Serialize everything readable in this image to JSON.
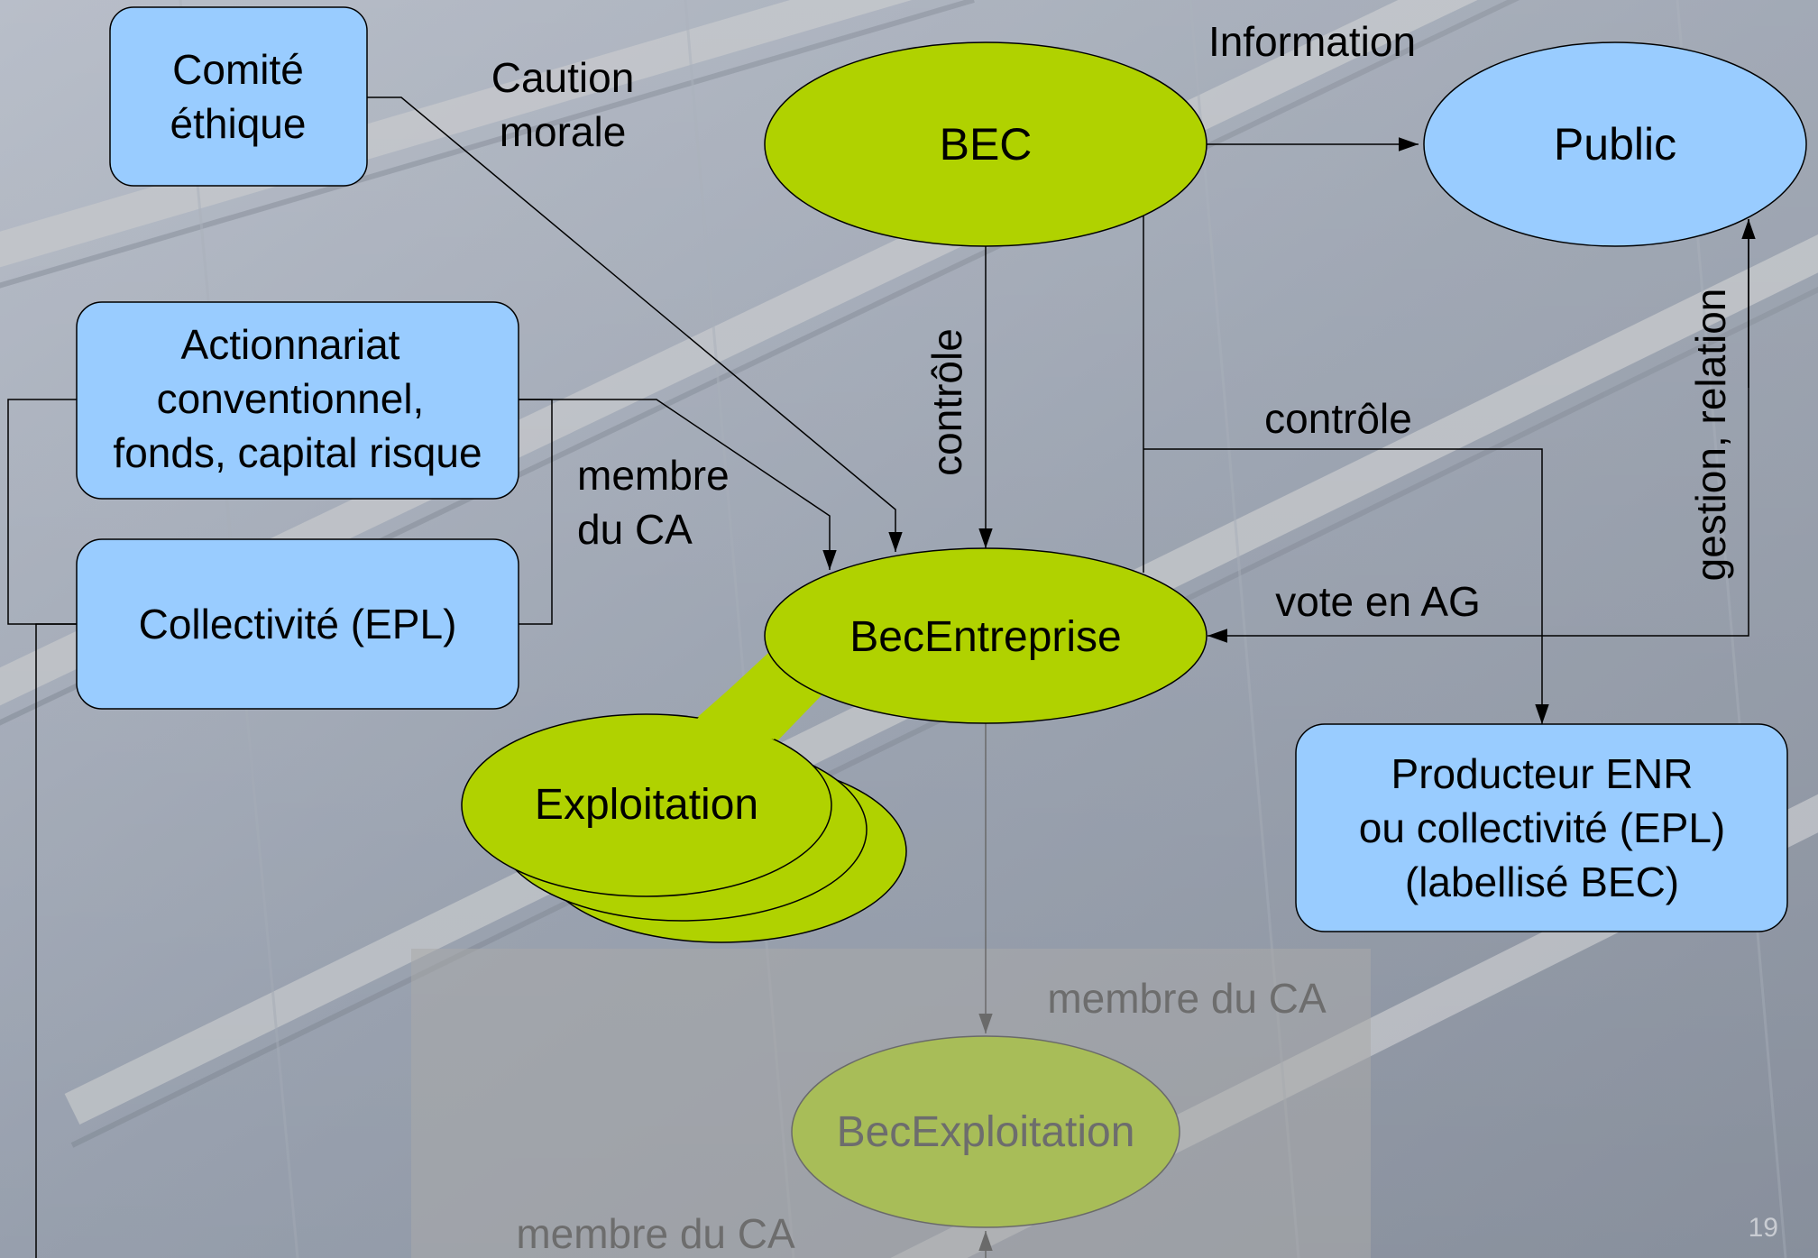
{
  "nodes": {
    "comite": {
      "line1": "Comité",
      "line2": "éthique"
    },
    "actionnariat": {
      "line1": "Actionnariat",
      "line2": "conventionnel,",
      "line3": "fonds, capital risque"
    },
    "collectivite": {
      "label": "Collectivité (EPL)"
    },
    "bec": {
      "label": "BEC"
    },
    "public": {
      "label": "Public"
    },
    "becentreprise": {
      "label": "BecEntreprise"
    },
    "exploitation": {
      "label": "Exploitation"
    },
    "producteur": {
      "line1": "Producteur ENR",
      "line2": "ou collectivité (EPL)",
      "line3": "(labellisé BEC)"
    },
    "becexploitation": {
      "label": "BecExploitation"
    }
  },
  "edge_labels": {
    "caution": {
      "line1": "Caution",
      "line2": "morale"
    },
    "information": "Information",
    "controle_vertical": "contrôle",
    "controle_horizontal": "contrôle",
    "gestion_relation": "gestion, relation",
    "membre_ca": {
      "line1": "membre",
      "line2": "du CA"
    },
    "vote_ag": "vote en AG",
    "membre_ca_ghost_right": "membre du CA",
    "membre_ca_ghost_bottom": "membre du CA"
  },
  "page_number": "19",
  "colors": {
    "blue_fill": "#99ccff",
    "green_fill": "#b0d200",
    "ghost_green": "#a8bd58",
    "ghost_panel": "#a9a9a9",
    "line": "#000000"
  }
}
